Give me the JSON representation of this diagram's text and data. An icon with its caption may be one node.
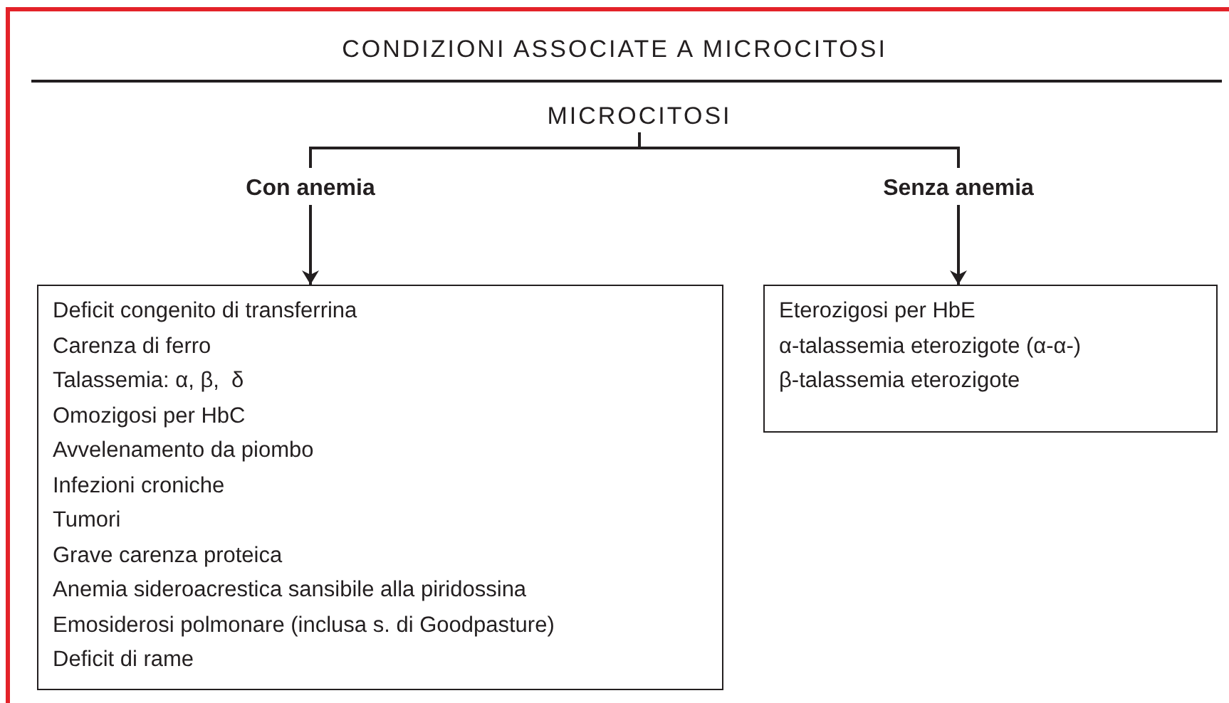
{
  "diagram": {
    "title": "CONDIZIONI ASSOCIATE A MICROCITOSI",
    "nodes": [
      {
        "text": [
          "MICROCITOSI"
        ]
      },
      {
        "text": [
          "Con anemia"
        ]
      },
      {
        "text": [
          "Senza anemia"
        ]
      },
      {
        "text": [
          "Deficit congenito di transferrina",
          "Carenza di ferro",
          "Talassemia: α, β,  δ",
          "Omozigosi per HbC",
          "Avvelenamento da piombo",
          "Infezioni croniche",
          "Tumori",
          "Grave carenza proteica",
          "Anemia sideroacrestica sansibile alla piridossina",
          "Emosiderosi polmonare (inclusa s. di Goodpasture)",
          "Deficit di rame"
        ]
      },
      {
        "text": [
          "Eterozigosi per HbE",
          "α-talassemia eterozigote (α-α-)",
          "β-talassemia eterozigote"
        ]
      }
    ],
    "edges": [
      {
        "from": 0,
        "to": 1,
        "arrow": "none"
      },
      {
        "from": 0,
        "to": 2,
        "arrow": "none"
      },
      {
        "from": 1,
        "to": 3,
        "arrow": "to"
      },
      {
        "from": 2,
        "to": 4,
        "arrow": "to"
      }
    ]
  }
}
